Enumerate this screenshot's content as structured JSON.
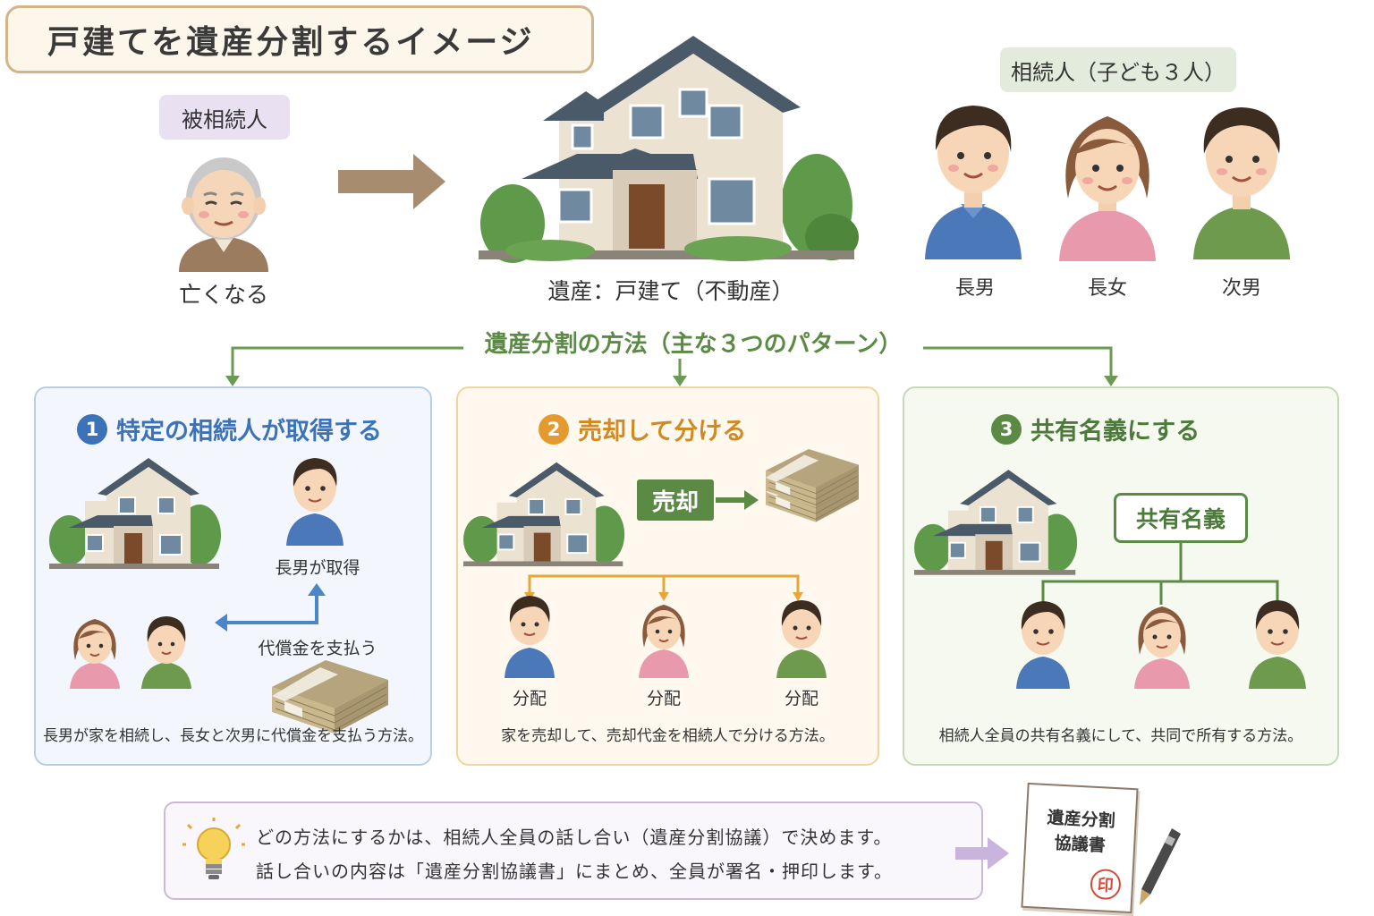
{
  "title": "戸建てを遺産分割するイメージ",
  "decedent": {
    "label": "被相続人",
    "caption": "亡くなる"
  },
  "estate_caption": "遺産：戸建て（不動産）",
  "heirs": {
    "label": "相続人（子ども３人）",
    "members": [
      {
        "name": "長男",
        "shirt": "#4a78b8",
        "hair": "#3d2c20",
        "skin": "#f7d6b8"
      },
      {
        "name": "長女",
        "shirt": "#e89aac",
        "hair": "#8a5a3c",
        "skin": "#f7d6b8"
      },
      {
        "name": "次男",
        "shirt": "#6e9a4e",
        "hair": "#3d2c20",
        "skin": "#f7d6b8"
      }
    ]
  },
  "methods_title": "遺産分割の方法（主な３つのパターン）",
  "patterns": [
    {
      "number": "1",
      "title": "特定の相続人が取得する",
      "color": "#3b72b8",
      "acquire_label": "長男が取得",
      "payment_label": "代償金を支払う",
      "description": "長男が家を相続し、長女と次男に代償金を支払う方法。"
    },
    {
      "number": "2",
      "title": "売却して分ける",
      "color": "#e59a2f",
      "sale_label": "売却",
      "share_labels": [
        "分配",
        "分配",
        "分配"
      ],
      "description": "家を売却して、売却代金を相続人で分ける方法。"
    },
    {
      "number": "3",
      "title": "共有名義にする",
      "color": "#5b8a45",
      "coownership_label": "共有名義",
      "description": "相続人全員の共有名義にして、共同で所有する方法。"
    }
  ],
  "note": {
    "lines": [
      "どの方法にするかは、相続人全員の話し合い（遺産分割協議）で決めます。",
      "話し合いの内容は「遺産分割協議書」にまとめ、全員が署名・押印します。"
    ],
    "icon": "lightbulb-icon"
  },
  "document": {
    "title_line1": "遺産分割",
    "title_line2": "協議書",
    "seal": "印"
  },
  "colors": {
    "accent_green": "#5b8a45",
    "blue": "#3b72b8",
    "orange": "#e59a2f",
    "arrow_brown": "#a88c70",
    "arrow_purple": "#c8b4dd"
  }
}
